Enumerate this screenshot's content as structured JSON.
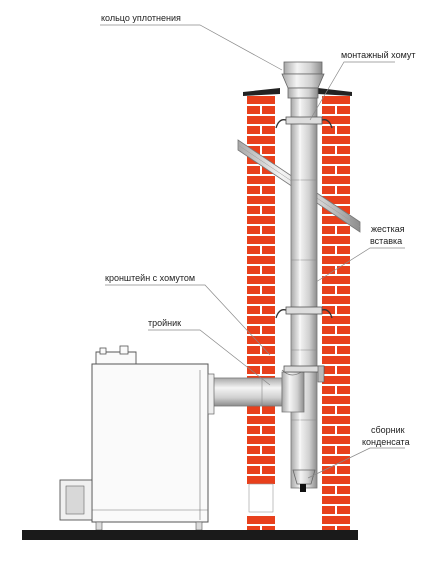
{
  "labels": {
    "sealing_ring": "кольцо уплотнения",
    "mounting_clamp": "монтажный хомут",
    "rigid_insert_line1": "жесткая",
    "rigid_insert_line2": "вставка",
    "bracket_clamp": "кронштейн с хомутом",
    "tee": "тройник",
    "condensate_line1": "сборник",
    "condensate_line2": "конденсата"
  },
  "colors": {
    "brick": "#e8401c",
    "mortar": "#ffffff",
    "ground": "#1a1a1a",
    "pipe_light": "#f2f2f2",
    "pipe_mid": "#c4c4c4",
    "pipe_dark": "#8a8a8a",
    "outline": "#555555",
    "leader": "#888888"
  }
}
